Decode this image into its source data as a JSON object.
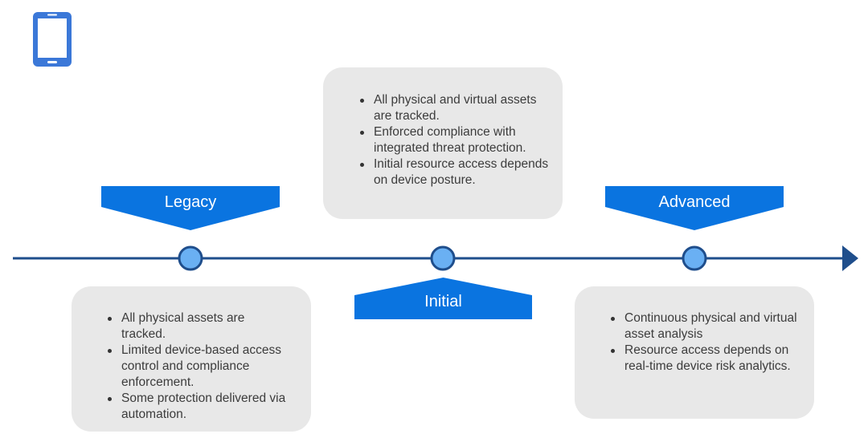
{
  "icon": {
    "name": "mobile-phone-icon",
    "color": "#3b78d8"
  },
  "colors": {
    "accent": "#0a74e0",
    "line": "#1f4e8c",
    "node_fill": "#6ab0f3",
    "box_bg": "#e8e8e8"
  },
  "stages": [
    {
      "label": "Legacy",
      "bullets": [
        "All physical assets are tracked.",
        "Limited device-based access control and compliance enforcement.",
        "Some protection delivered via automation."
      ]
    },
    {
      "label": "Initial",
      "bullets": [
        "All physical and virtual assets are tracked.",
        "Enforced compliance with integrated threat protection.",
        "Initial resource access depends on device posture."
      ]
    },
    {
      "label": "Advanced",
      "bullets": [
        "Continuous physical and virtual asset analysis",
        "Resource access depends on real-time device risk analytics."
      ]
    }
  ]
}
